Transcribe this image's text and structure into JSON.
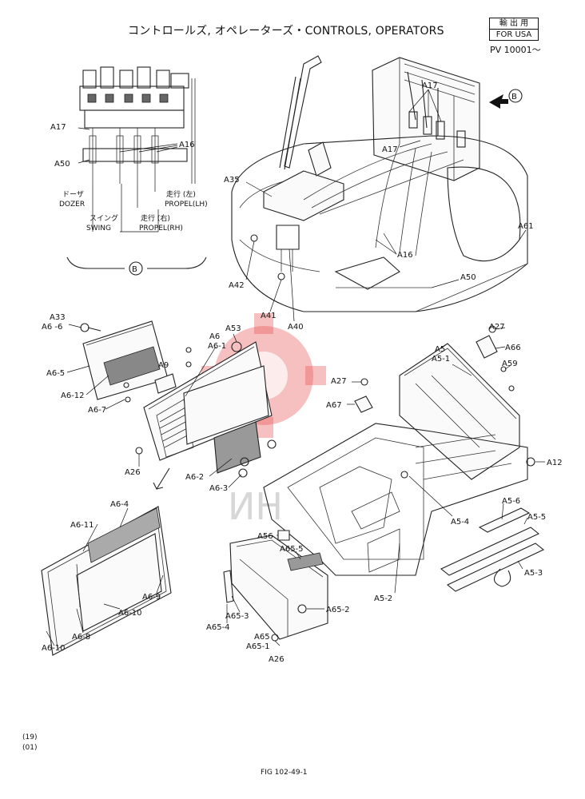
{
  "header": {
    "title": "コントロールズ, オペレーターズ・CONTROLS, OPERATORS",
    "stamp_top": "輸 出 用",
    "stamp_bottom": "FOR USA",
    "serial": "PV 10001〜"
  },
  "detail_view": {
    "marker": "B",
    "labels": {
      "dozer_jp": "ドーザ",
      "dozer": "DOZER",
      "swing_jp": "スイング",
      "swing": "SWING",
      "propel_lh_jp": "走行 (左)",
      "propel_lh": "PROPEL(LH)",
      "propel_rh_jp": "走行 (右)",
      "propel_rh": "PROPEL(RH)"
    }
  },
  "view_marker": "B",
  "callouts": {
    "a17_1": "A17",
    "a16_1": "A16",
    "a50_1": "A50",
    "a17_2": "A17",
    "a17_3": "A17",
    "a35": "A35",
    "a61": "A61",
    "a16_2": "A16",
    "a42": "A42",
    "a41": "A41",
    "a40": "A40",
    "a50_2": "A50",
    "a33": "A33",
    "a6_6": "A6 -6",
    "a6_5": "A6-5",
    "a6_12": "A6-12",
    "a6_7": "A6-7",
    "a6": "A6",
    "a6_1": "A6-1",
    "a53": "A53",
    "a9": "A9",
    "a26_1": "A26",
    "a6_2": "A6-2",
    "a6_3": "A6-3",
    "a27_1": "A27",
    "a66": "A66",
    "a5": "A5",
    "a5_1": "A5-1",
    "a59": "A59",
    "a27_2": "A27",
    "a67": "A67",
    "a12": "A12",
    "a6_4": "A6-4",
    "a6_11": "A6-11",
    "a6_9": "A6-9",
    "a6_10a": "A6-10",
    "a6_8": "A6-8",
    "a6_10b": "A6-10",
    "a56": "A56",
    "a65_5": "A65-5",
    "a65_2": "A65-2",
    "a65_3": "A65-3",
    "a65_4": "A65-4",
    "a65": "A65",
    "a65_1": "A65-1",
    "a26_2": "A26",
    "a5_4": "A5-4",
    "a5_2": "A5-2",
    "a5_6": "A5-6",
    "a5_5": "A5-5",
    "a5_3": "A5-3"
  },
  "footer": {
    "page_a": "(19)",
    "page_b": "(01)",
    "fig": "FIG 102-49-1"
  },
  "watermark": {
    "text": "ИН",
    "color": "#e84b4b"
  }
}
